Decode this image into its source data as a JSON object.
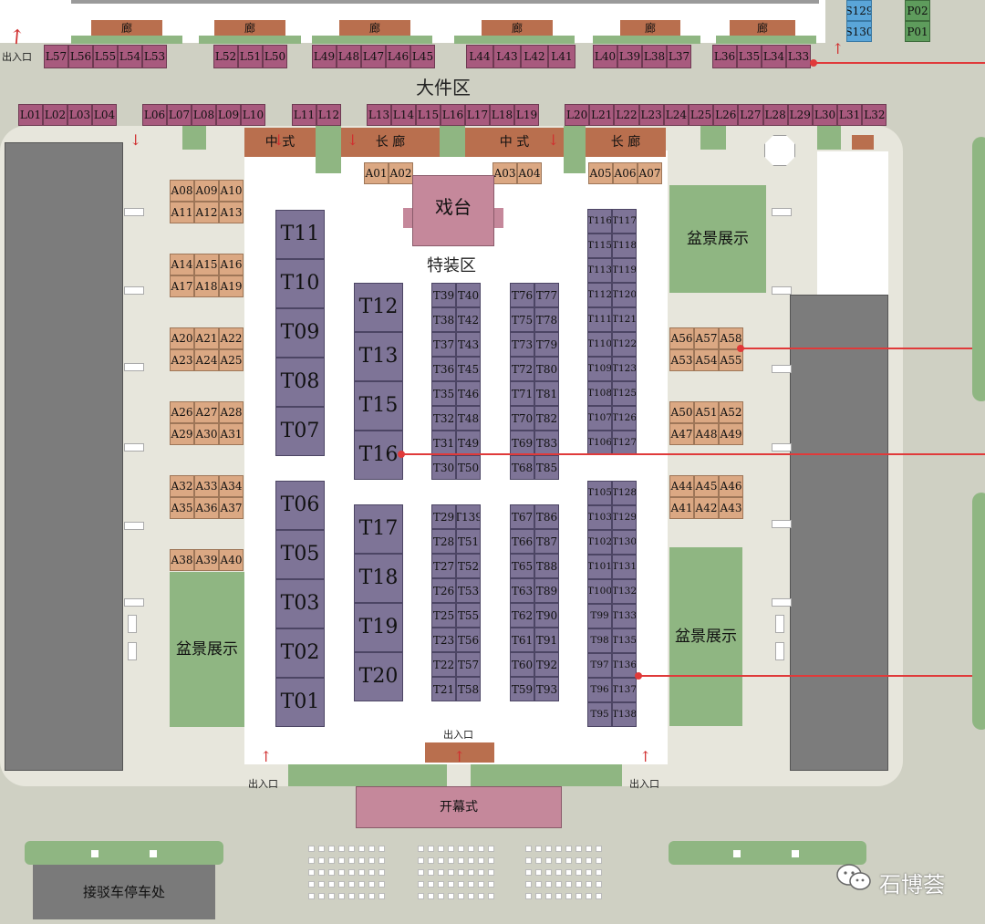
{
  "labels": {
    "corridor_short": "廊",
    "big_item_zone": "大件区",
    "entrance_top_left": "出入口",
    "chinese_style": "中  式",
    "long_corridor": "长  廊",
    "stage": "戏台",
    "special_zone": "特装区",
    "bonsai": "盆景展示",
    "gate": "出入口",
    "opening": "开幕式",
    "shuttle_parking": "接驳车停车处",
    "brand": "石博荟"
  },
  "top_L": [
    "L57",
    "L56",
    "L55",
    "L54",
    "L53",
    "L52",
    "L51",
    "L50",
    "L49",
    "L48",
    "L47",
    "L46",
    "L45",
    "L44",
    "L43",
    "L42",
    "L41",
    "L40",
    "L39",
    "L38",
    "L37",
    "L36",
    "L35",
    "L34",
    "L33"
  ],
  "row_L_left": [
    "L01",
    "L02",
    "L03",
    "L04"
  ],
  "row_L_mid1": [
    "L06",
    "L07",
    "L08",
    "L09",
    "L10"
  ],
  "row_L_mid2": [
    "L11",
    "L12"
  ],
  "row_L_mid3": [
    "L13",
    "L14",
    "L15",
    "L16",
    "L17",
    "L18",
    "L19"
  ],
  "row_L_right": [
    "L20",
    "L21",
    "L22",
    "L23",
    "L24",
    "L25",
    "L26",
    "L27",
    "L28",
    "L29",
    "L30",
    "L31",
    "L32"
  ],
  "S": [
    "S129",
    "S130"
  ],
  "P": [
    "P02",
    "P01"
  ],
  "A_top": [
    "A01",
    "A02",
    "A03",
    "A04",
    "A05",
    "A06",
    "A07"
  ],
  "A_left": [
    "A08",
    "A09",
    "A10",
    "A11",
    "A12",
    "A13",
    "A14",
    "A15",
    "A16",
    "A17",
    "A18",
    "A19",
    "A20",
    "A21",
    "A22",
    "A23",
    "A24",
    "A25",
    "A26",
    "A27",
    "A28",
    "A29",
    "A30",
    "A31",
    "A32",
    "A33",
    "A34",
    "A35",
    "A36",
    "A37",
    "A38",
    "A39",
    "A40"
  ],
  "A_right": [
    "A56",
    "A57",
    "A58",
    "A53",
    "A54",
    "A55",
    "A50",
    "A51",
    "A52",
    "A47",
    "A48",
    "A49",
    "A44",
    "A45",
    "A46",
    "A41",
    "A42",
    "A43"
  ],
  "T_big_left_top": [
    "T11",
    "T10",
    "T09",
    "T08",
    "T07"
  ],
  "T_big_left_bot": [
    "T06",
    "T05",
    "T03",
    "T02",
    "T01"
  ],
  "T_big_mid_top": [
    "T12",
    "T13",
    "T15",
    "T16"
  ],
  "T_big_mid_bot": [
    "T17",
    "T18",
    "T19",
    "T20"
  ],
  "T_col3_top": [
    "T39",
    "T40",
    "T38",
    "T42",
    "T37",
    "T43",
    "T36",
    "T45",
    "T35",
    "T46",
    "T32",
    "T48",
    "T31",
    "T49",
    "T30",
    "T50"
  ],
  "T_col3_bot": [
    "T29",
    "T139",
    "T28",
    "T51",
    "T27",
    "T52",
    "T26",
    "T53",
    "T25",
    "T55",
    "T23",
    "T56",
    "T22",
    "T57",
    "T21",
    "T58"
  ],
  "T_col4_top": [
    "T76",
    "T77",
    "T75",
    "T78",
    "T73",
    "T79",
    "T72",
    "T80",
    "T71",
    "T81",
    "T70",
    "T82",
    "T69",
    "T83",
    "T68",
    "T85"
  ],
  "T_col4_bot": [
    "T67",
    "T86",
    "T66",
    "T87",
    "T65",
    "T88",
    "T63",
    "T89",
    "T62",
    "T90",
    "T61",
    "T91",
    "T60",
    "T92",
    "T59",
    "T93"
  ],
  "T_col5_top": [
    "T116",
    "T117",
    "T115",
    "T118",
    "T113",
    "T119",
    "T112",
    "T120",
    "T111",
    "T121",
    "T110",
    "T122",
    "T109",
    "T123",
    "T108",
    "T125",
    "T107",
    "T126",
    "T106",
    "T127"
  ],
  "T_col5_bot": [
    "T105",
    "T128",
    "T103",
    "T129",
    "T102",
    "T130",
    "T101",
    "T131",
    "T100",
    "T132",
    "T99",
    "T133",
    "T98",
    "T135",
    "T97",
    "T136",
    "T96",
    "T137",
    "T95",
    "T138"
  ]
}
